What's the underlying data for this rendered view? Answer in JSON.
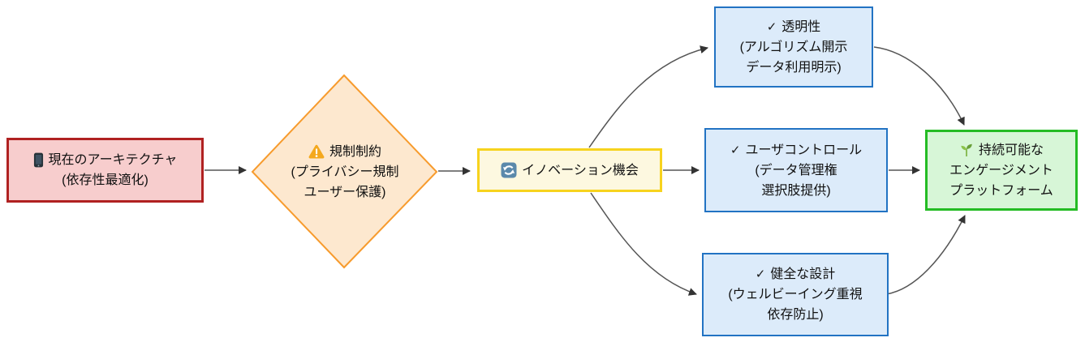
{
  "diagram_title": "engagement-platform-flowchart",
  "glyphs": {
    "check": "✓"
  },
  "colors": {
    "red_fill": "#f7cdcd",
    "red_stroke": "#b02121",
    "orange_fill": "#fde8cf",
    "orange_stroke": "#f79b2d",
    "yellow_fill": "#fdf8e0",
    "yellow_stroke": "#f7d31e",
    "blue_fill": "#dcebfa",
    "blue_stroke": "#2273c3",
    "green_fill": "#d7f6d7",
    "green_stroke": "#24bc24",
    "edge": "#555555",
    "arrowhead": "#333333",
    "text": "#111111"
  },
  "nodes": {
    "current_architecture": {
      "icon": "mobile-phone-icon",
      "lines": [
        "現在のアーキテクチャ",
        "(依存性最適化)"
      ]
    },
    "regulatory_constraints": {
      "icon": "warning-icon",
      "shape": "diamond",
      "lines": [
        "規制制約",
        "(プライバシー規制",
        "ユーザー保護)"
      ]
    },
    "innovation_opportunity": {
      "icon": "refresh-icon",
      "lines": [
        "イノベーション機会"
      ]
    },
    "transparency": {
      "icon": "check-icon",
      "lines": [
        "透明性",
        "(アルゴリズム開示",
        "データ利用明示)"
      ]
    },
    "user_control": {
      "icon": "check-icon",
      "lines": [
        "ユーザコントロール",
        "(データ管理権",
        "選択肢提供)"
      ]
    },
    "healthy_design": {
      "icon": "check-icon",
      "lines": [
        "健全な設計",
        "(ウェルビーイング重視",
        "依存防止)"
      ]
    },
    "sustainable_platform": {
      "icon": "seedling-icon",
      "lines": [
        "持続可能な",
        "エンゲージメント",
        "プラットフォーム"
      ]
    }
  }
}
